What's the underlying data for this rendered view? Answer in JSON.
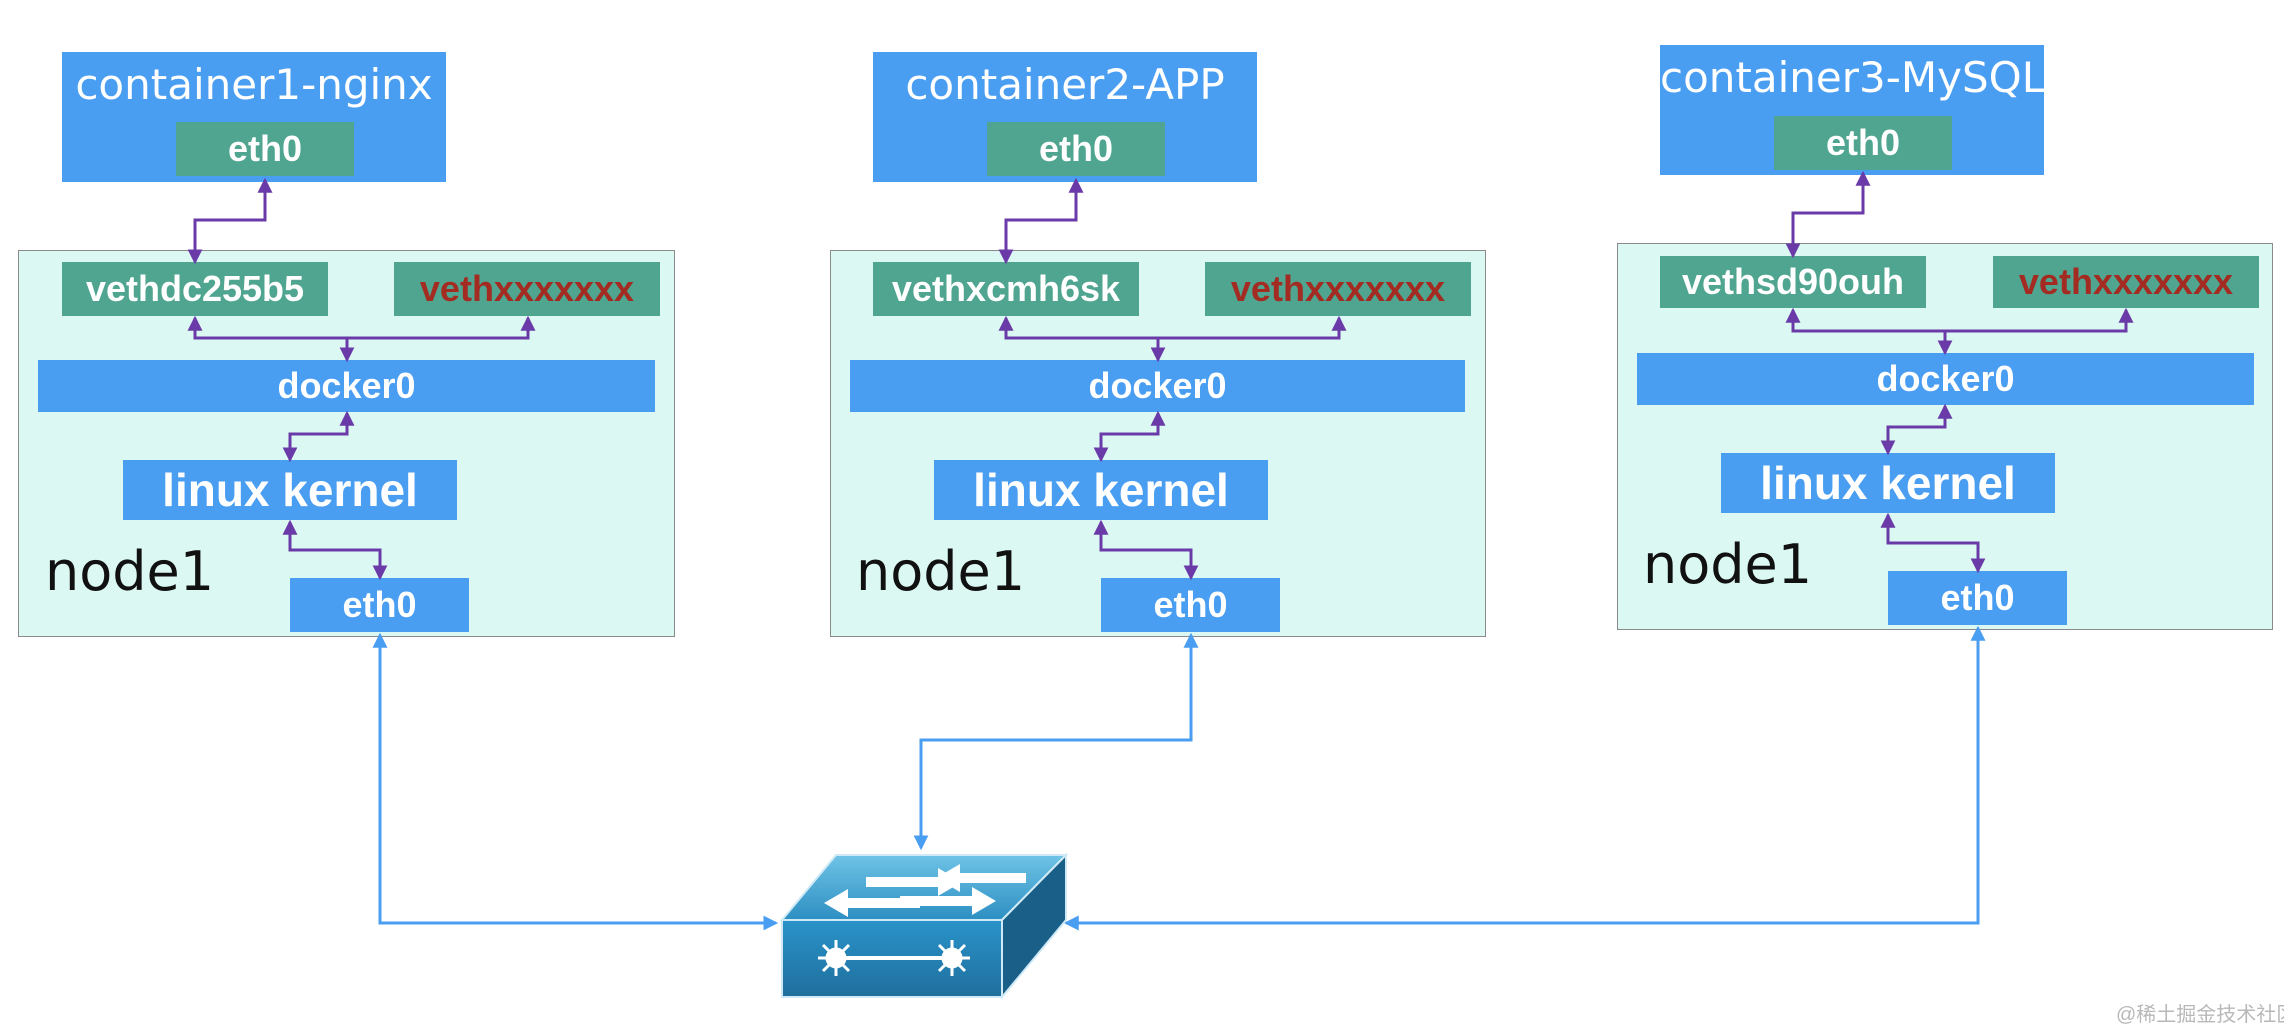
{
  "colors": {
    "node_bg": "#dcf8f3",
    "blue": "#4a9ef2",
    "green": "#4fa58f",
    "veth_placeholder_text": "#a32b22",
    "purple_link": "#6a3ba8",
    "blue_link": "#4a9ef2"
  },
  "nodes": [
    {
      "container_title": "container1-nginx",
      "container_eth": "eth0",
      "veth_active": "vethdc255b5",
      "veth_placeholder": "vethxxxxxxx",
      "bridge": "docker0",
      "kernel": "linux kernel",
      "label": "node1",
      "host_eth": "eth0"
    },
    {
      "container_title": "container2-APP",
      "container_eth": "eth0",
      "veth_active": "vethxcmh6sk",
      "veth_placeholder": "vethxxxxxxx",
      "bridge": "docker0",
      "kernel": "linux kernel",
      "label": "node1",
      "host_eth": "eth0"
    },
    {
      "container_title": "container3-MySQL",
      "container_eth": "eth0",
      "veth_active": "vethsd90ouh",
      "veth_placeholder": "vethxxxxxxx",
      "bridge": "docker0",
      "kernel": "linux kernel",
      "label": "node1",
      "host_eth": "eth0"
    }
  ],
  "switch": {
    "icon": "network-switch-icon"
  },
  "watermark": "@稀土掘金技术社区"
}
